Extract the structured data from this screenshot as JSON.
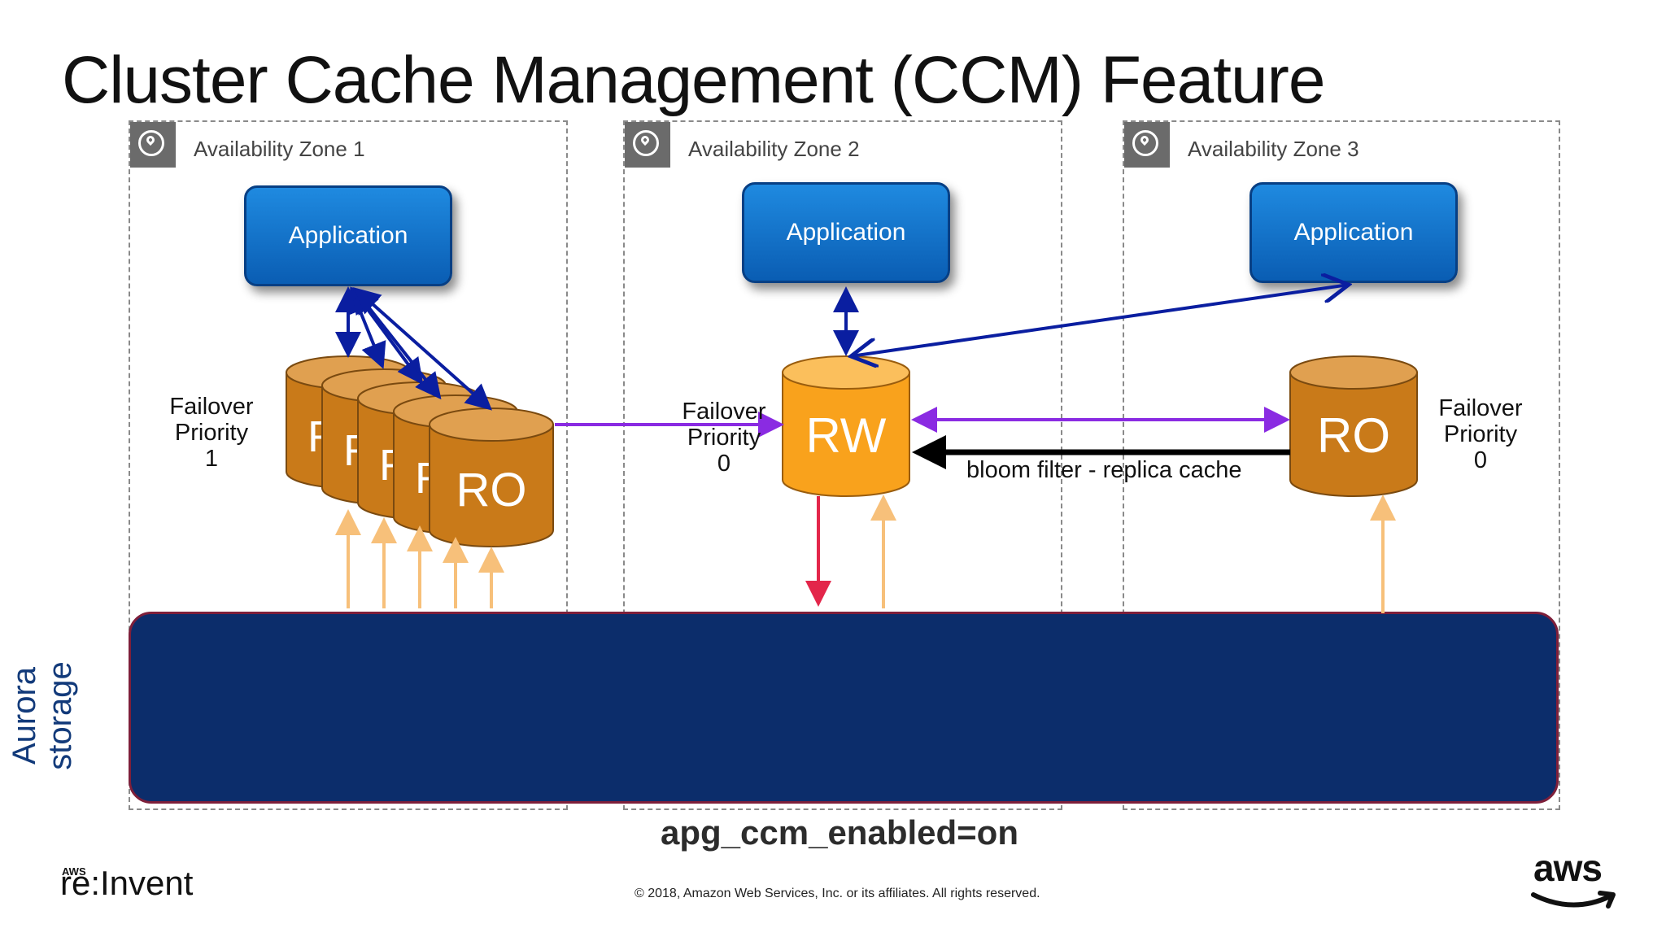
{
  "title": "Cluster Cache Management (CCM) Feature",
  "zones": [
    {
      "label": "Availability Zone 1",
      "icon": "location-pin-icon"
    },
    {
      "label": "Availability Zone 2",
      "icon": "location-pin-icon"
    },
    {
      "label": "Availability Zone 3",
      "icon": "location-pin-icon"
    }
  ],
  "apps": [
    "Application",
    "Application",
    "Application"
  ],
  "nodes": {
    "stack_partial_label": "R",
    "zone1_front_label": "RO",
    "writer_label": "RW",
    "zone3_label": "RO"
  },
  "failover": {
    "zone1": [
      "Failover",
      "Priority",
      "1"
    ],
    "zone2": [
      "Failover",
      "Priority",
      "0"
    ],
    "zone3": [
      "Failover",
      "Priority",
      "0"
    ]
  },
  "bloom_filter_label": "bloom filter - replica cache",
  "storage_label": [
    "Aurora",
    "storage"
  ],
  "parameter": "apg_ccm_enabled=on",
  "footer": {
    "event_small": "AWS",
    "event_brand": "re:Invent",
    "copyright": "© 2018, Amazon Web Services, Inc. or its affiliates. All rights reserved.",
    "vendor_logo": "aws"
  },
  "colors": {
    "app_blue": "#1273d0",
    "storage_navy": "#0c2d6b",
    "replica_brown": "#c97a19",
    "writer_orange": "#f9a21c",
    "connection_blue": "#0a1ea0",
    "replication_purple": "#8a2be2",
    "write_red": "#e3264a",
    "read_tan": "#f7c07a"
  }
}
